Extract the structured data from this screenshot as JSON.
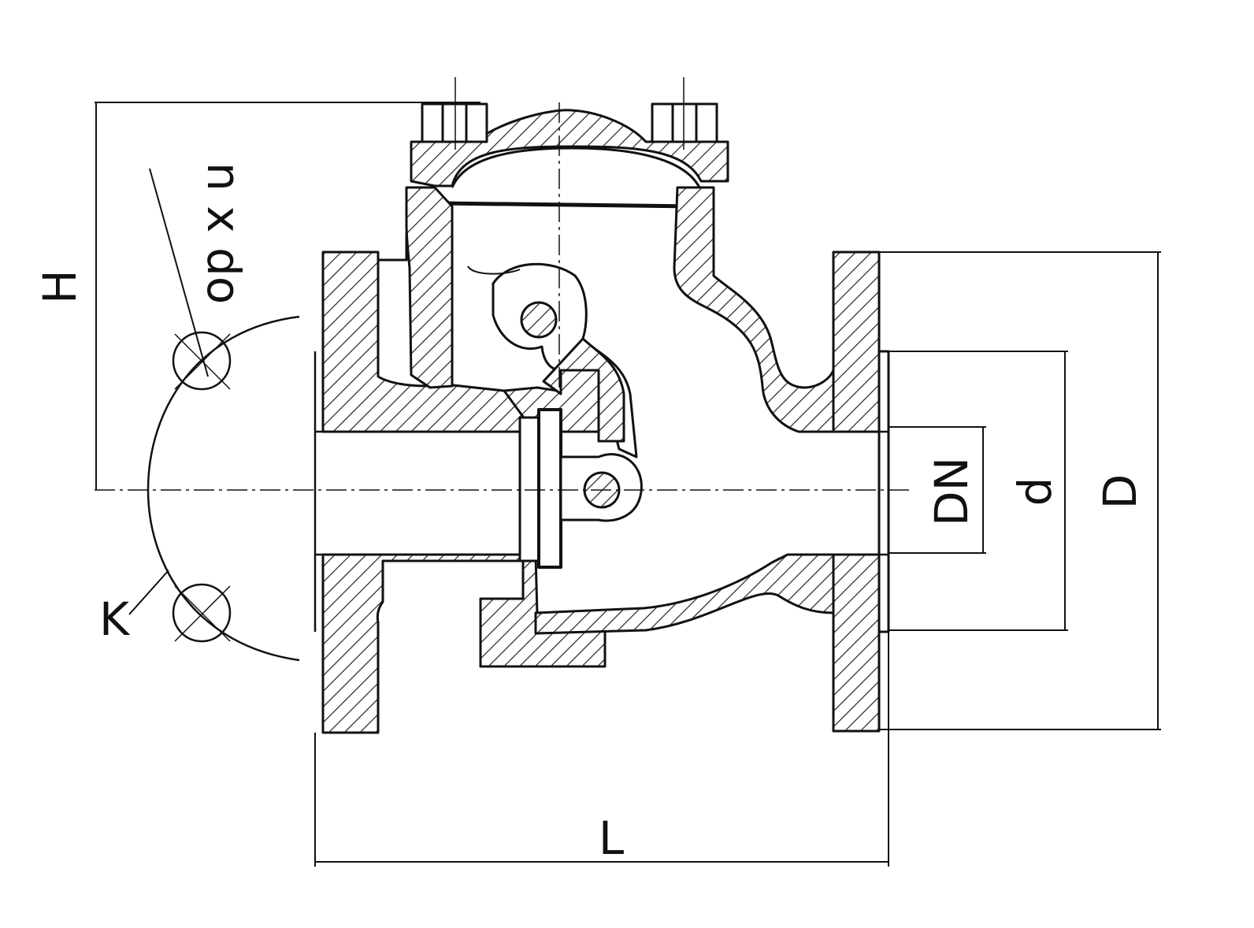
{
  "colors": {
    "line": "#111111",
    "hatch": "#222222",
    "background": "#ffffff"
  },
  "labels": {
    "height": "H",
    "bolt_holes": "n x do",
    "bolt_circle": "K",
    "nominal_diameter": "DN",
    "raised_face": "d",
    "flange_diameter": "D",
    "length": "L"
  }
}
